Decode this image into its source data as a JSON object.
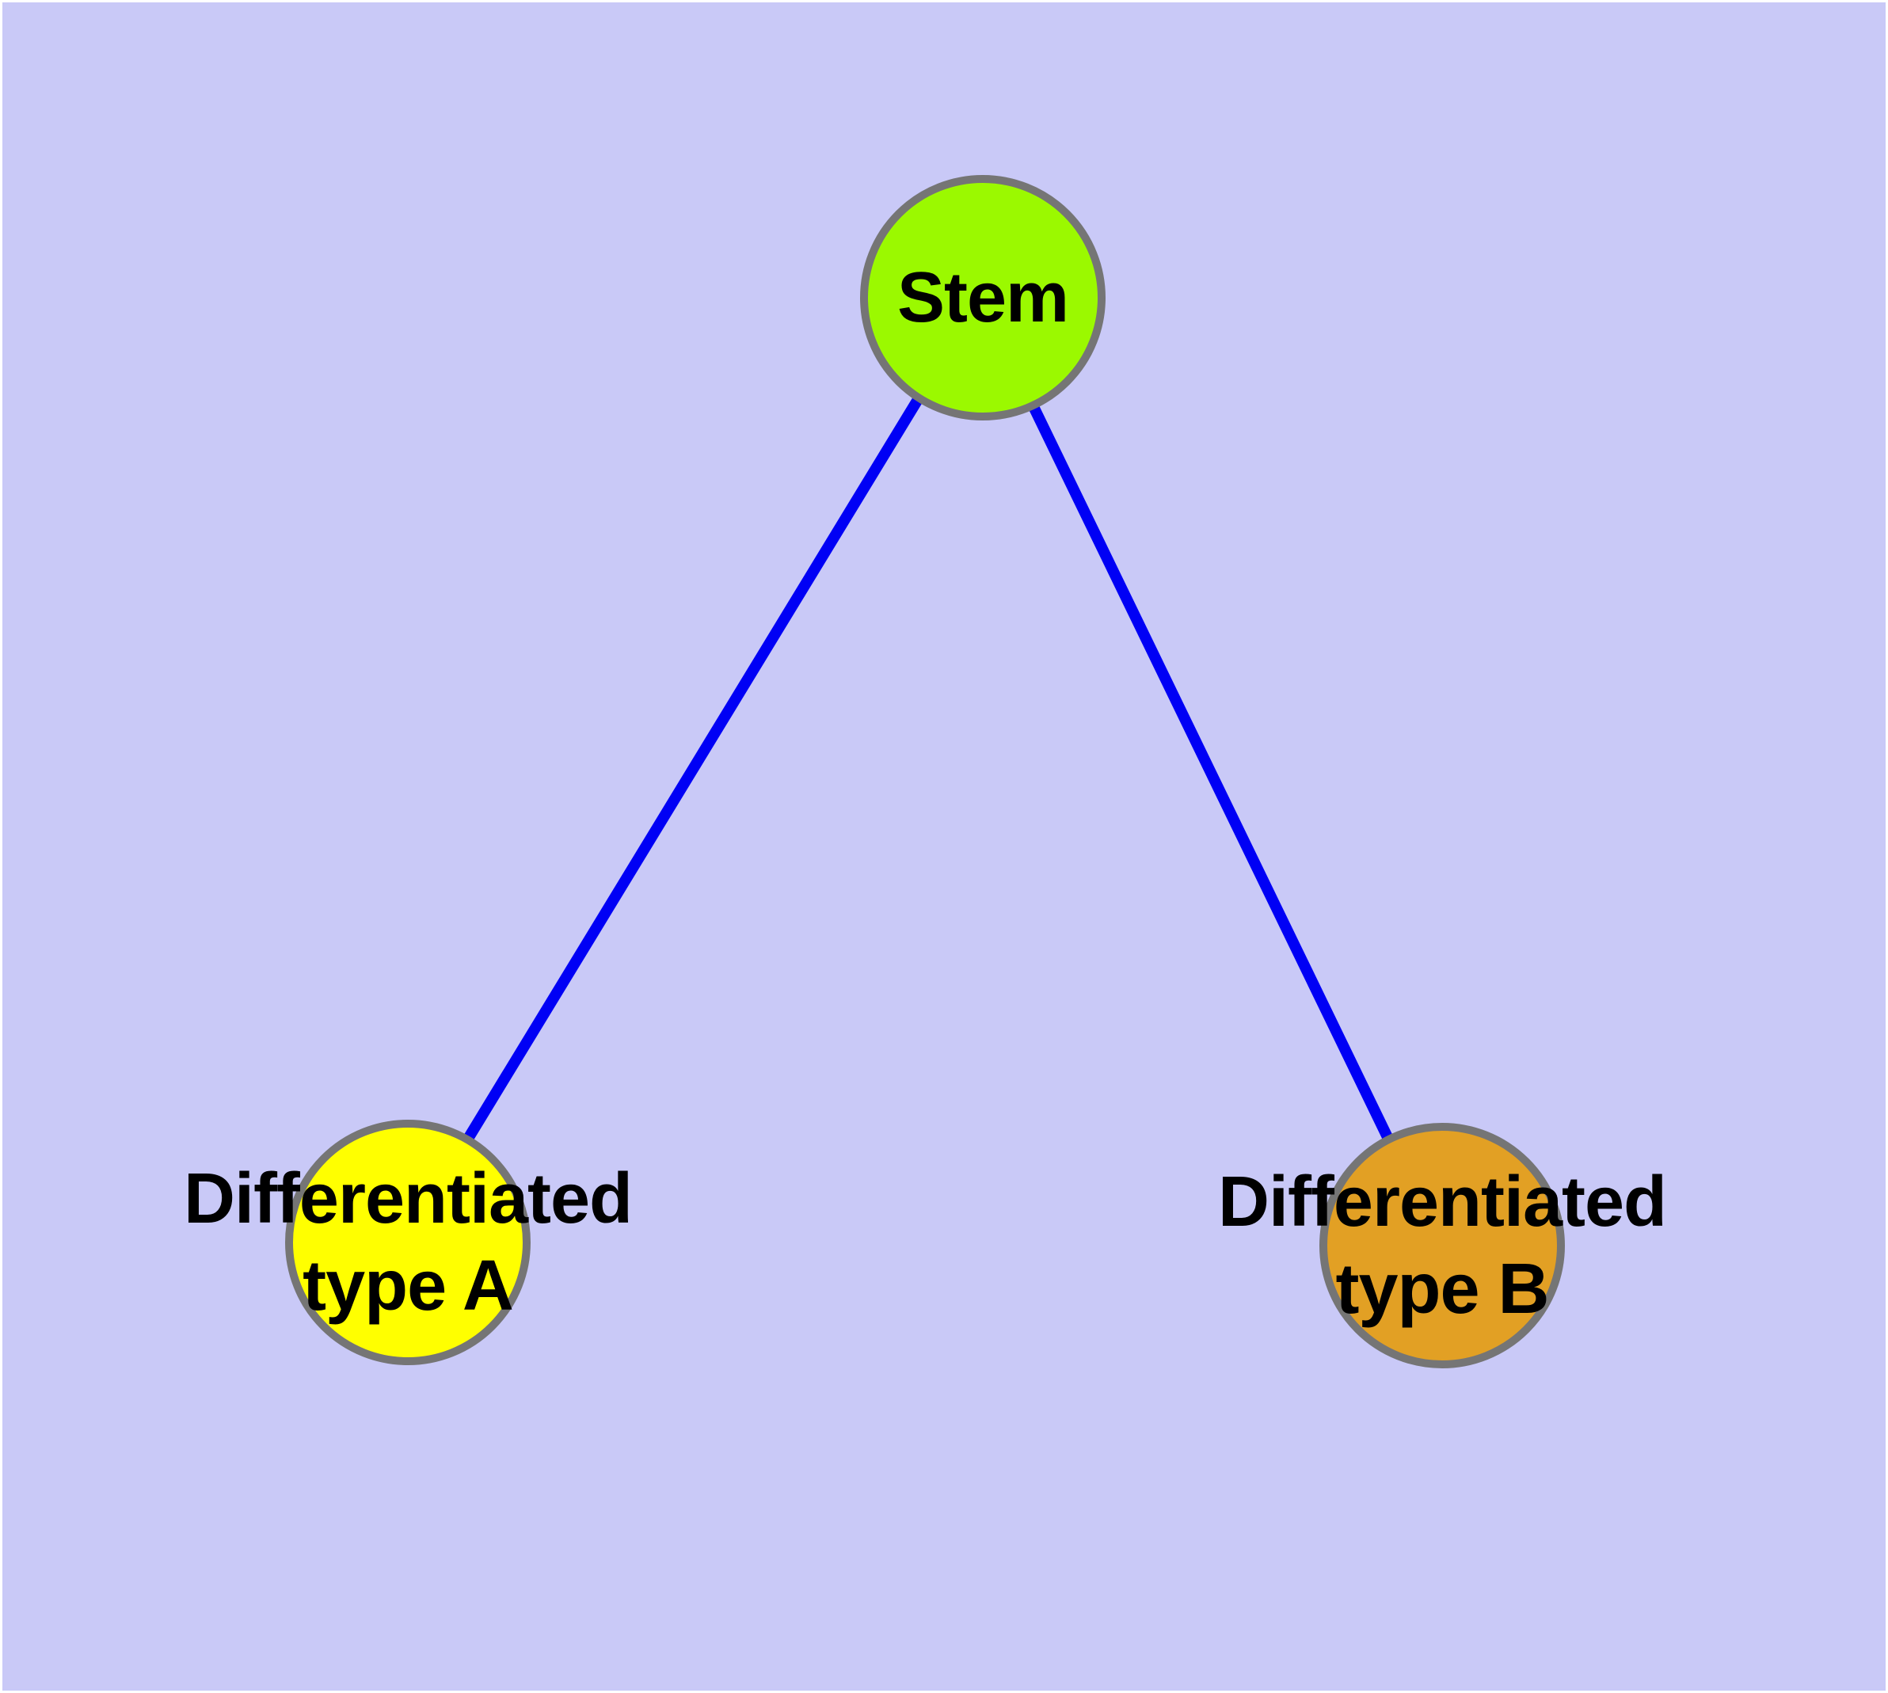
{
  "diagram": {
    "title": "stem-cell-differentiation-graph",
    "background_color": "#C9C9F7",
    "page_margin_color": "#FFFFFF",
    "edge_color": "#0000F5",
    "node_border_color": "#757575",
    "label_color": "#000000",
    "nodes": [
      {
        "id": "stem",
        "label": "Stem",
        "fill": "#9BF900"
      },
      {
        "id": "type-a",
        "label": "Differentiated\ntype A",
        "fill": "#FFFF00"
      },
      {
        "id": "type-b",
        "label": "Differentiated\ntype B",
        "fill": "#E2A024"
      }
    ],
    "edges": [
      {
        "from": "stem",
        "to": "type-a"
      },
      {
        "from": "stem",
        "to": "type-b"
      }
    ]
  }
}
